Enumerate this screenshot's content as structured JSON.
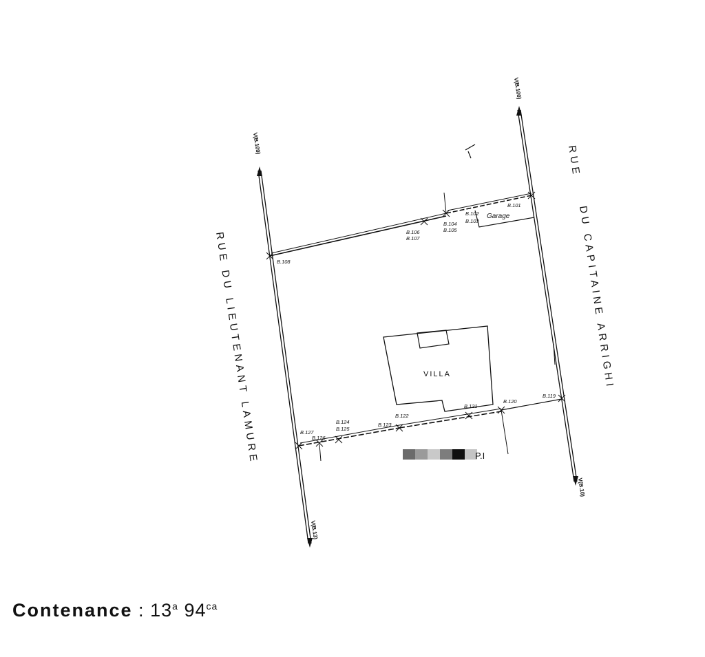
{
  "streets": {
    "left": "RUE DU LIEUTENANT LAMURE",
    "right_line1": "RUE",
    "right_line2": "DU CAPITAINE ARRIGHI"
  },
  "road_refs": {
    "top_left": "V(B.109)",
    "top_right": "V(B.100)",
    "bottom_left": "V(B.13)",
    "bottom_right": "V(B.10)"
  },
  "points": {
    "b101": "B.101",
    "b102": "B.102",
    "b103": "B.103",
    "b104": "B.104",
    "b105": "B.105",
    "b106": "B.106",
    "b107": "B.107",
    "b108": "B.108",
    "b119": "B.119",
    "b120": "B.120",
    "b121": "B.121",
    "b122": "B.122",
    "b123": "B.123",
    "b124": "B.124",
    "b125": "B.125",
    "b126": "B.126",
    "b127": "B.127"
  },
  "buildings": {
    "garage": "Garage",
    "villa": "VILLA"
  },
  "parcel_ref": "P.I",
  "redaction_colors": [
    "#6b6b6b",
    "#9a9a9a",
    "#c9c9c9",
    "#7d7d7d",
    "#101010",
    "#c4c4c4"
  ],
  "contenance": {
    "label": "Contenance",
    "separator": ":",
    "value": "13",
    "unit1": "a",
    "value2": "94",
    "unit2": "ca"
  }
}
